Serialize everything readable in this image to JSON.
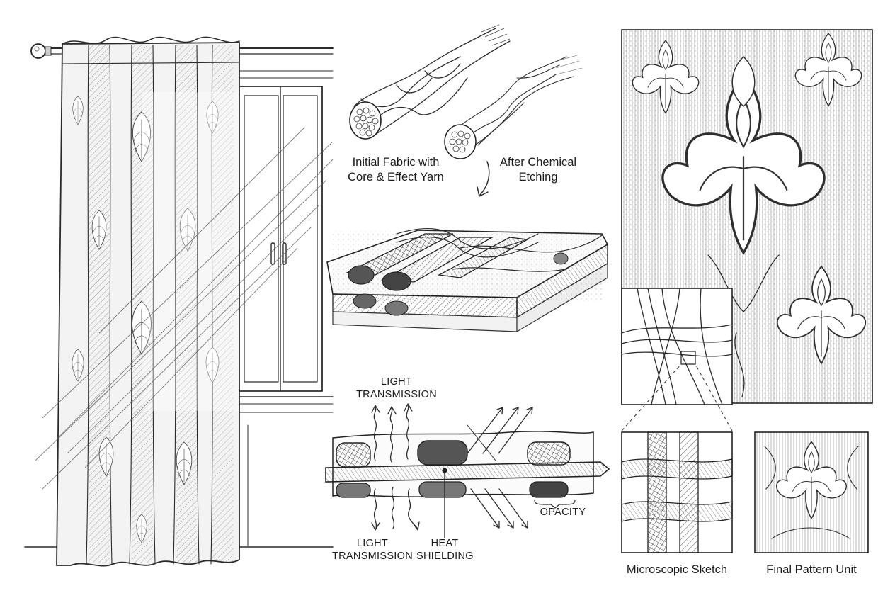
{
  "labels": {
    "initial_fabric": [
      "Initial Fabric with",
      "Core & Effect Yarn"
    ],
    "after_etching": [
      "After Chemical",
      "Etching"
    ],
    "light_transmission_top": [
      "LIGHT",
      "TRANSMISSION"
    ],
    "light_transmission_bottom": [
      "LIGHT",
      "TRANSMISSION"
    ],
    "heat_shielding": [
      "HEAT",
      "SHIELDING"
    ],
    "opacity": "OPACITY",
    "microscopic_sketch": "Microscopic Sketch",
    "final_pattern_unit": "Final Pattern Unit"
  },
  "colors": {
    "ink": "#2b2b2b",
    "shade": "#7a7a7a",
    "dark": "#3c3c3c",
    "paper": "#ffffff"
  }
}
